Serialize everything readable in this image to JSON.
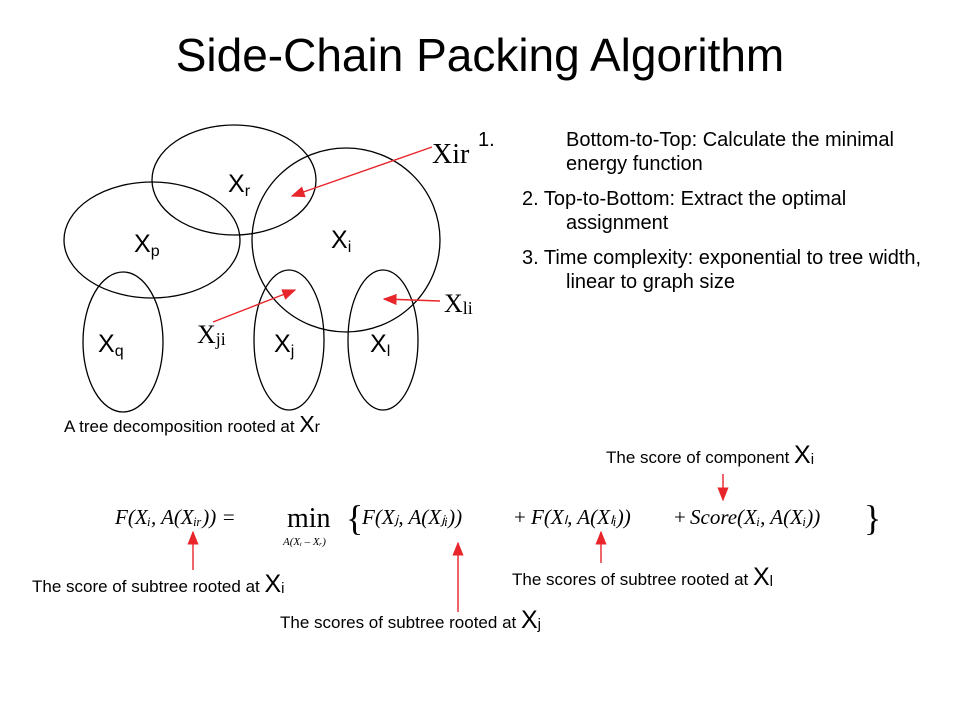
{
  "title": "Side-Chain Packing Algorithm",
  "steps": [
    {
      "num": "1.",
      "text": "Bottom-to-Top: Calculate the minimal energy function"
    },
    {
      "num": "2.",
      "text": "Top-to-Bottom: Extract the optimal assignment"
    },
    {
      "num": "3.",
      "text": "Time complexity: exponential to tree width, linear to graph size"
    }
  ],
  "tree": {
    "nodes": {
      "xr": {
        "base": "X",
        "sub": "r"
      },
      "xp": {
        "base": "X",
        "sub": "p"
      },
      "xi": {
        "base": "X",
        "sub": "i"
      },
      "xq": {
        "base": "X",
        "sub": "q"
      },
      "xj": {
        "base": "X",
        "sub": "j"
      },
      "xl": {
        "base": "X",
        "sub": "l"
      }
    },
    "separators": {
      "xir": {
        "base": "X",
        "sub": "ir"
      },
      "xli": {
        "base": "X",
        "sub": "li"
      },
      "xji": {
        "base": "X",
        "sub": "ji"
      }
    },
    "caption": {
      "text": "A tree decomposition rooted at ",
      "base": "X",
      "sub": "r"
    }
  },
  "annotations": {
    "component": {
      "text": "The score of component ",
      "base": "X",
      "sub": "i"
    },
    "subtree_i": {
      "text": "The score of subtree rooted at ",
      "base": "X",
      "sub": "i"
    },
    "subtree_l": {
      "text": "The scores of subtree rooted at ",
      "base": "X",
      "sub": "l"
    },
    "subtree_j": {
      "text": "The scores of subtree rooted at ",
      "base": "X",
      "sub": "j"
    }
  },
  "formula": {
    "lhs": "F(Xᵢ, A(Xᵢᵣ)) =",
    "min": "min",
    "min_sub": "A(Xᵢ – Xᵣ)",
    "term1": "F(Xⱼ, A(Xⱼᵢ))",
    "plus": "+",
    "term2": "F(Xₗ, A(Xₗᵢ))",
    "term3": "Score(Xᵢ, A(Xᵢ))",
    "brace_open": "{",
    "brace_close": "}"
  },
  "colors": {
    "arrow": "#e8252b",
    "line": "#000000"
  }
}
